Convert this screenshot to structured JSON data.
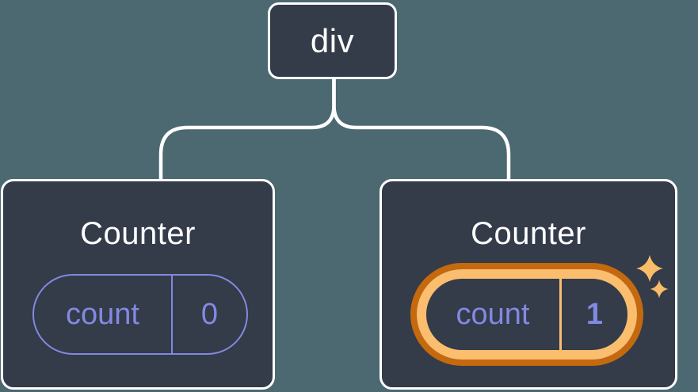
{
  "diagram": {
    "description": "Component tree: a div root with two Counter children; the second Counter's state is highlighted",
    "root": {
      "label": "div"
    },
    "children": [
      {
        "title": "Counter",
        "state": {
          "key": "count",
          "value": "0"
        },
        "highlighted": false
      },
      {
        "title": "Counter",
        "state": {
          "key": "count",
          "value": "1"
        },
        "highlighted": true
      }
    ]
  },
  "icons": {
    "sparkle": "four-point-star"
  },
  "colors": {
    "background": "#4C6871",
    "node_fill": "#343B49",
    "node_border": "#FFFFFF",
    "connector": "#FFFFFF",
    "state_accent_purple": "#8289E2",
    "highlight_orange_dark": "#C4690E",
    "highlight_orange_light": "#FBBD6E",
    "sparkle_orange": "#F9BC69"
  }
}
